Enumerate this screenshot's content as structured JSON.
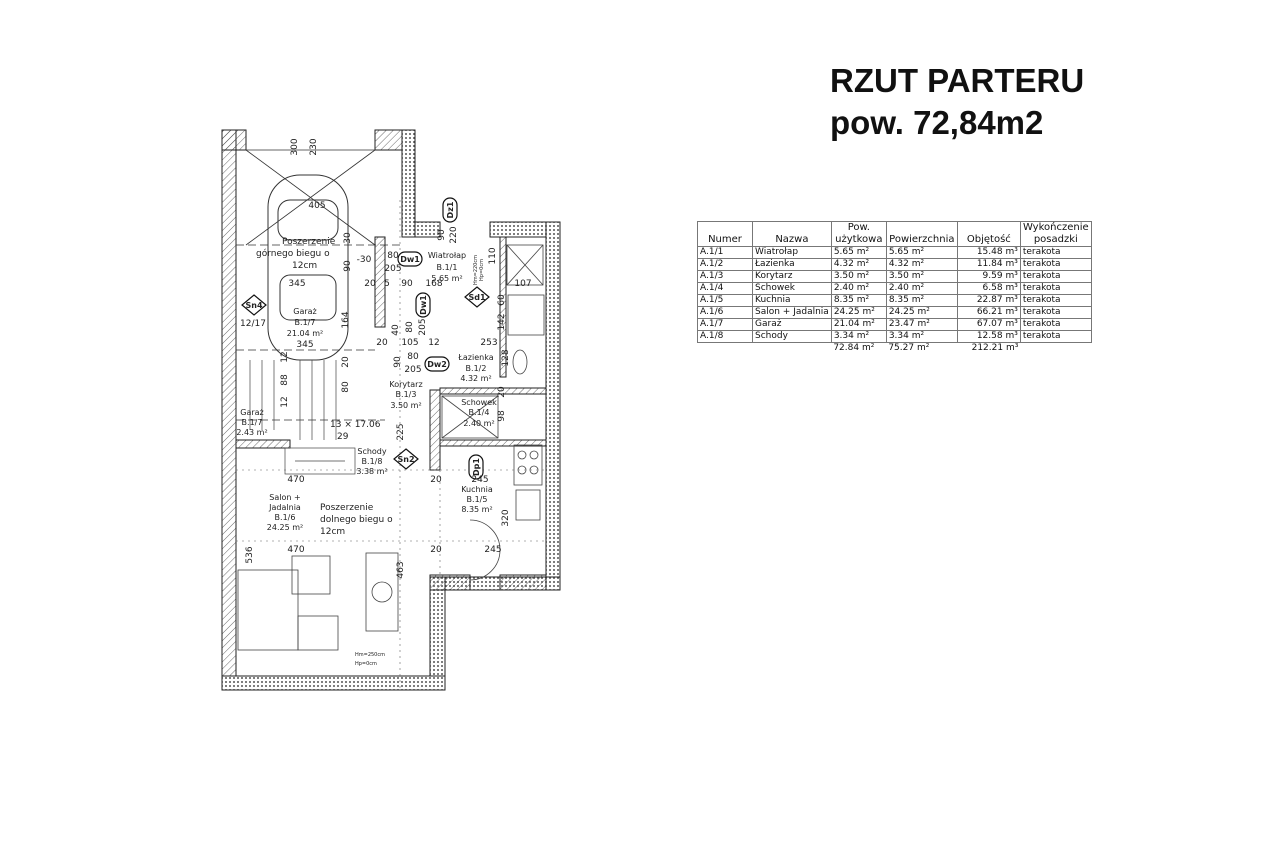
{
  "title": {
    "line1": "RZUT PARTERU",
    "line2": "pow. 72,84m2"
  },
  "table": {
    "headers": {
      "numer": "Numer",
      "nazwa": "Nazwa",
      "pow_uzytkowa": "Pow. użytkowa",
      "powierzchnia": "Powierzchnia",
      "objetosc": "Objętość",
      "wykonczenie": "Wykończenie posadzki"
    },
    "rows": [
      {
        "numer": "A.1/1",
        "nazwa": "Wiatrołap",
        "pow": "5.65 m²",
        "powierzchnia": "5.65 m²",
        "objetosc": "15.48 m³",
        "wykonczenie": "terakota"
      },
      {
        "numer": "A.1/2",
        "nazwa": "Łazienka",
        "pow": "4.32 m²",
        "powierzchnia": "4.32 m²",
        "objetosc": "11.84 m³",
        "wykonczenie": "terakota"
      },
      {
        "numer": "A.1/3",
        "nazwa": "Korytarz",
        "pow": "3.50 m²",
        "powierzchnia": "3.50 m²",
        "objetosc": "9.59 m³",
        "wykonczenie": "terakota"
      },
      {
        "numer": "A.1/4",
        "nazwa": "Schowek",
        "pow": "2.40 m²",
        "powierzchnia": "2.40 m²",
        "objetosc": "6.58 m³",
        "wykonczenie": "terakota"
      },
      {
        "numer": "A.1/5",
        "nazwa": "Kuchnia",
        "pow": "8.35 m²",
        "powierzchnia": "8.35 m²",
        "objetosc": "22.87 m³",
        "wykonczenie": "terakota"
      },
      {
        "numer": "A.1/6",
        "nazwa": "Salon + Jadalnia",
        "pow": "24.25 m²",
        "powierzchnia": "24.25 m²",
        "objetosc": "66.21 m³",
        "wykonczenie": "terakota"
      },
      {
        "numer": "A.1/7",
        "nazwa": "Garaż",
        "pow": "21.04 m²",
        "powierzchnia": "23.47 m²",
        "objetosc": "67.07 m³",
        "wykonczenie": "terakota"
      },
      {
        "numer": "A.1/8",
        "nazwa": "Schody",
        "pow": "3.34 m²",
        "powierzchnia": "3.34 m²",
        "objetosc": "12.58 m³",
        "wykonczenie": "terakota"
      }
    ],
    "totals": {
      "pow": "72.84 m²",
      "powierzchnia": "75.27 m²",
      "objetosc": "212.21 m³"
    }
  },
  "plan": {
    "rooms": [
      {
        "name": "Wiatrołap",
        "code": "B.1/1",
        "area": "5.65 m²"
      },
      {
        "name": "Łazienka",
        "code": "B.1/2",
        "area": "4.32 m²"
      },
      {
        "name": "Korytarz",
        "code": "B.1/3",
        "area": "3.50 m²"
      },
      {
        "name": "Schowek",
        "code": "B.1/4",
        "area": "2.40 m²"
      },
      {
        "name": "Kuchnia",
        "code": "B.1/5",
        "area": "8.35 m²"
      },
      {
        "name": "Salon +",
        "name2": "Jadalnia",
        "code": "B.1/6",
        "area": "24.25 m²"
      },
      {
        "name": "Garaż",
        "code": "B.1/7",
        "area": "21.04 m²"
      },
      {
        "name": "Garaż",
        "code": "B.1/7",
        "area": "2.43 m²"
      },
      {
        "name": "Schody",
        "code": "B.1/8",
        "area": "3.38 m²"
      }
    ],
    "symbols": [
      "Dw1",
      "Dw1",
      "Dw2",
      "Sd1",
      "Sn4",
      "Sn2",
      "Dz1",
      "Dp1"
    ],
    "annotations": {
      "upper_1": "Poszerzenie",
      "upper_2": "górnego biegu o",
      "upper_3": "12cm",
      "lower_1": "Poszerzenie",
      "lower_2": "dolnego biegu o",
      "lower_3": "12cm",
      "stairs_1": "13 × 17.06",
      "stairs_2": "29",
      "level": "12/17",
      "height_entry_1": "Hm=220cm",
      "height_entry_2": "Hp=0cm",
      "height_1": "Hm=250cm",
      "height_2": "Hp=0cm"
    },
    "dims": [
      "300",
      "230",
      "405",
      "30",
      "90",
      "-30",
      "80",
      "205",
      "20",
      "5",
      "90",
      "168",
      "110",
      "107",
      "345",
      "345",
      "164",
      "60",
      "142",
      "253",
      "20",
      "105",
      "12",
      "40",
      "80",
      "205",
      "90",
      "80",
      "205",
      "128",
      "20",
      "80",
      "88",
      "12",
      "12",
      "20",
      "98",
      "225",
      "470",
      "20",
      "245",
      "320",
      "470",
      "20",
      "245",
      "536",
      "463",
      "90",
      "220"
    ]
  }
}
